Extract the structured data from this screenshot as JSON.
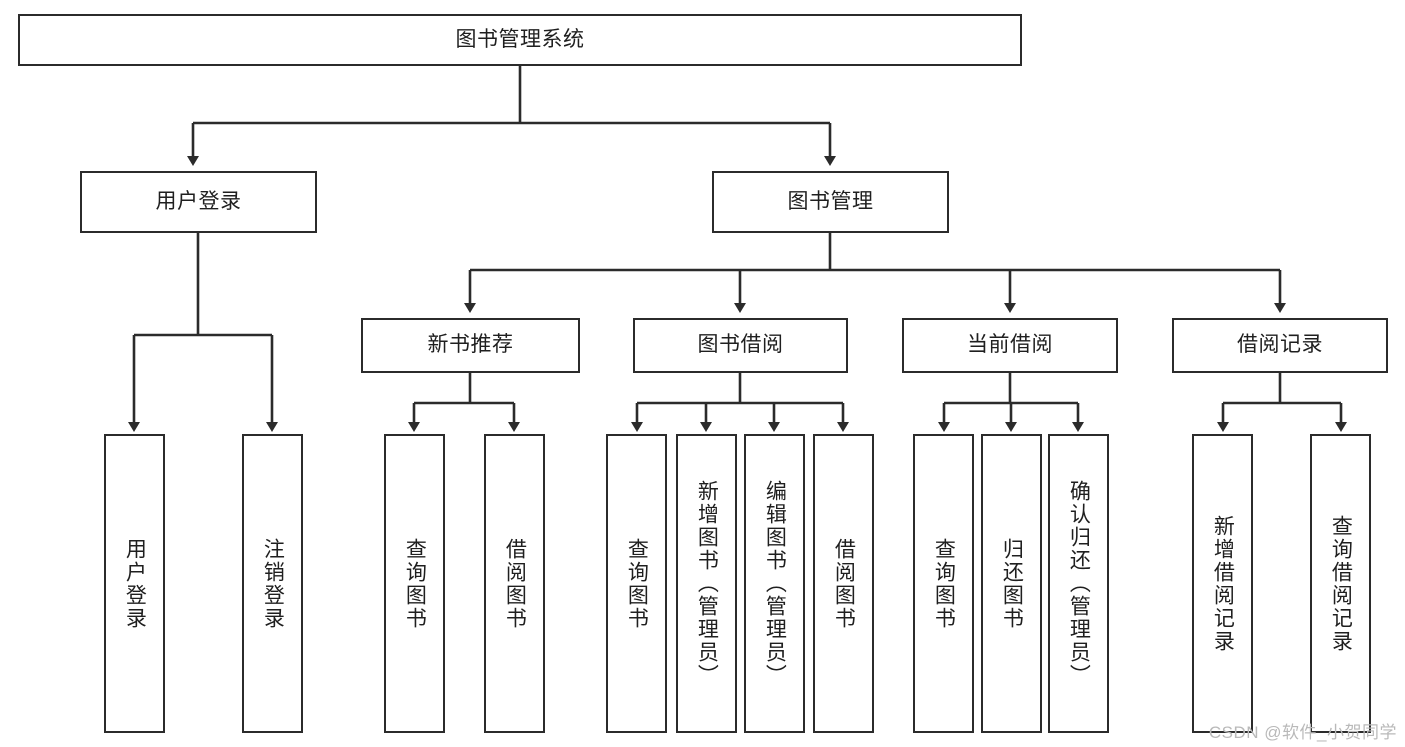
{
  "diagram": {
    "type": "tree",
    "title": "图书管理系统",
    "watermark": "CSDN @软件_小贺同学",
    "colors": {
      "stroke": "#2b2b2b",
      "box_fill": "#ffffff",
      "text": "#1f1f1f",
      "watermark": "#b9b9b9",
      "background": "#ffffff"
    },
    "root": {
      "label": "图书管理系统"
    },
    "level2": [
      {
        "label": "用户登录"
      },
      {
        "label": "图书管理"
      }
    ],
    "level3": [
      {
        "label": "新书推荐"
      },
      {
        "label": "图书借阅"
      },
      {
        "label": "当前借阅"
      },
      {
        "label": "借阅记录"
      }
    ],
    "leaves": {
      "user_login": [
        {
          "label": "用户登录"
        },
        {
          "label": "注销登录"
        }
      ],
      "new_book": [
        {
          "label": "查询图书"
        },
        {
          "label": "借阅图书"
        }
      ],
      "book_borrow": [
        {
          "label": "查询图书"
        },
        {
          "label": "新增图书（管理员）"
        },
        {
          "label": "编辑图书（管理员）"
        },
        {
          "label": "借阅图书"
        }
      ],
      "current_borrow": [
        {
          "label": "查询图书"
        },
        {
          "label": "归还图书"
        },
        {
          "label": "确认归还（管理员）"
        }
      ],
      "borrow_record": [
        {
          "label": "新增借阅记录"
        },
        {
          "label": "查询借阅记录"
        }
      ]
    }
  }
}
